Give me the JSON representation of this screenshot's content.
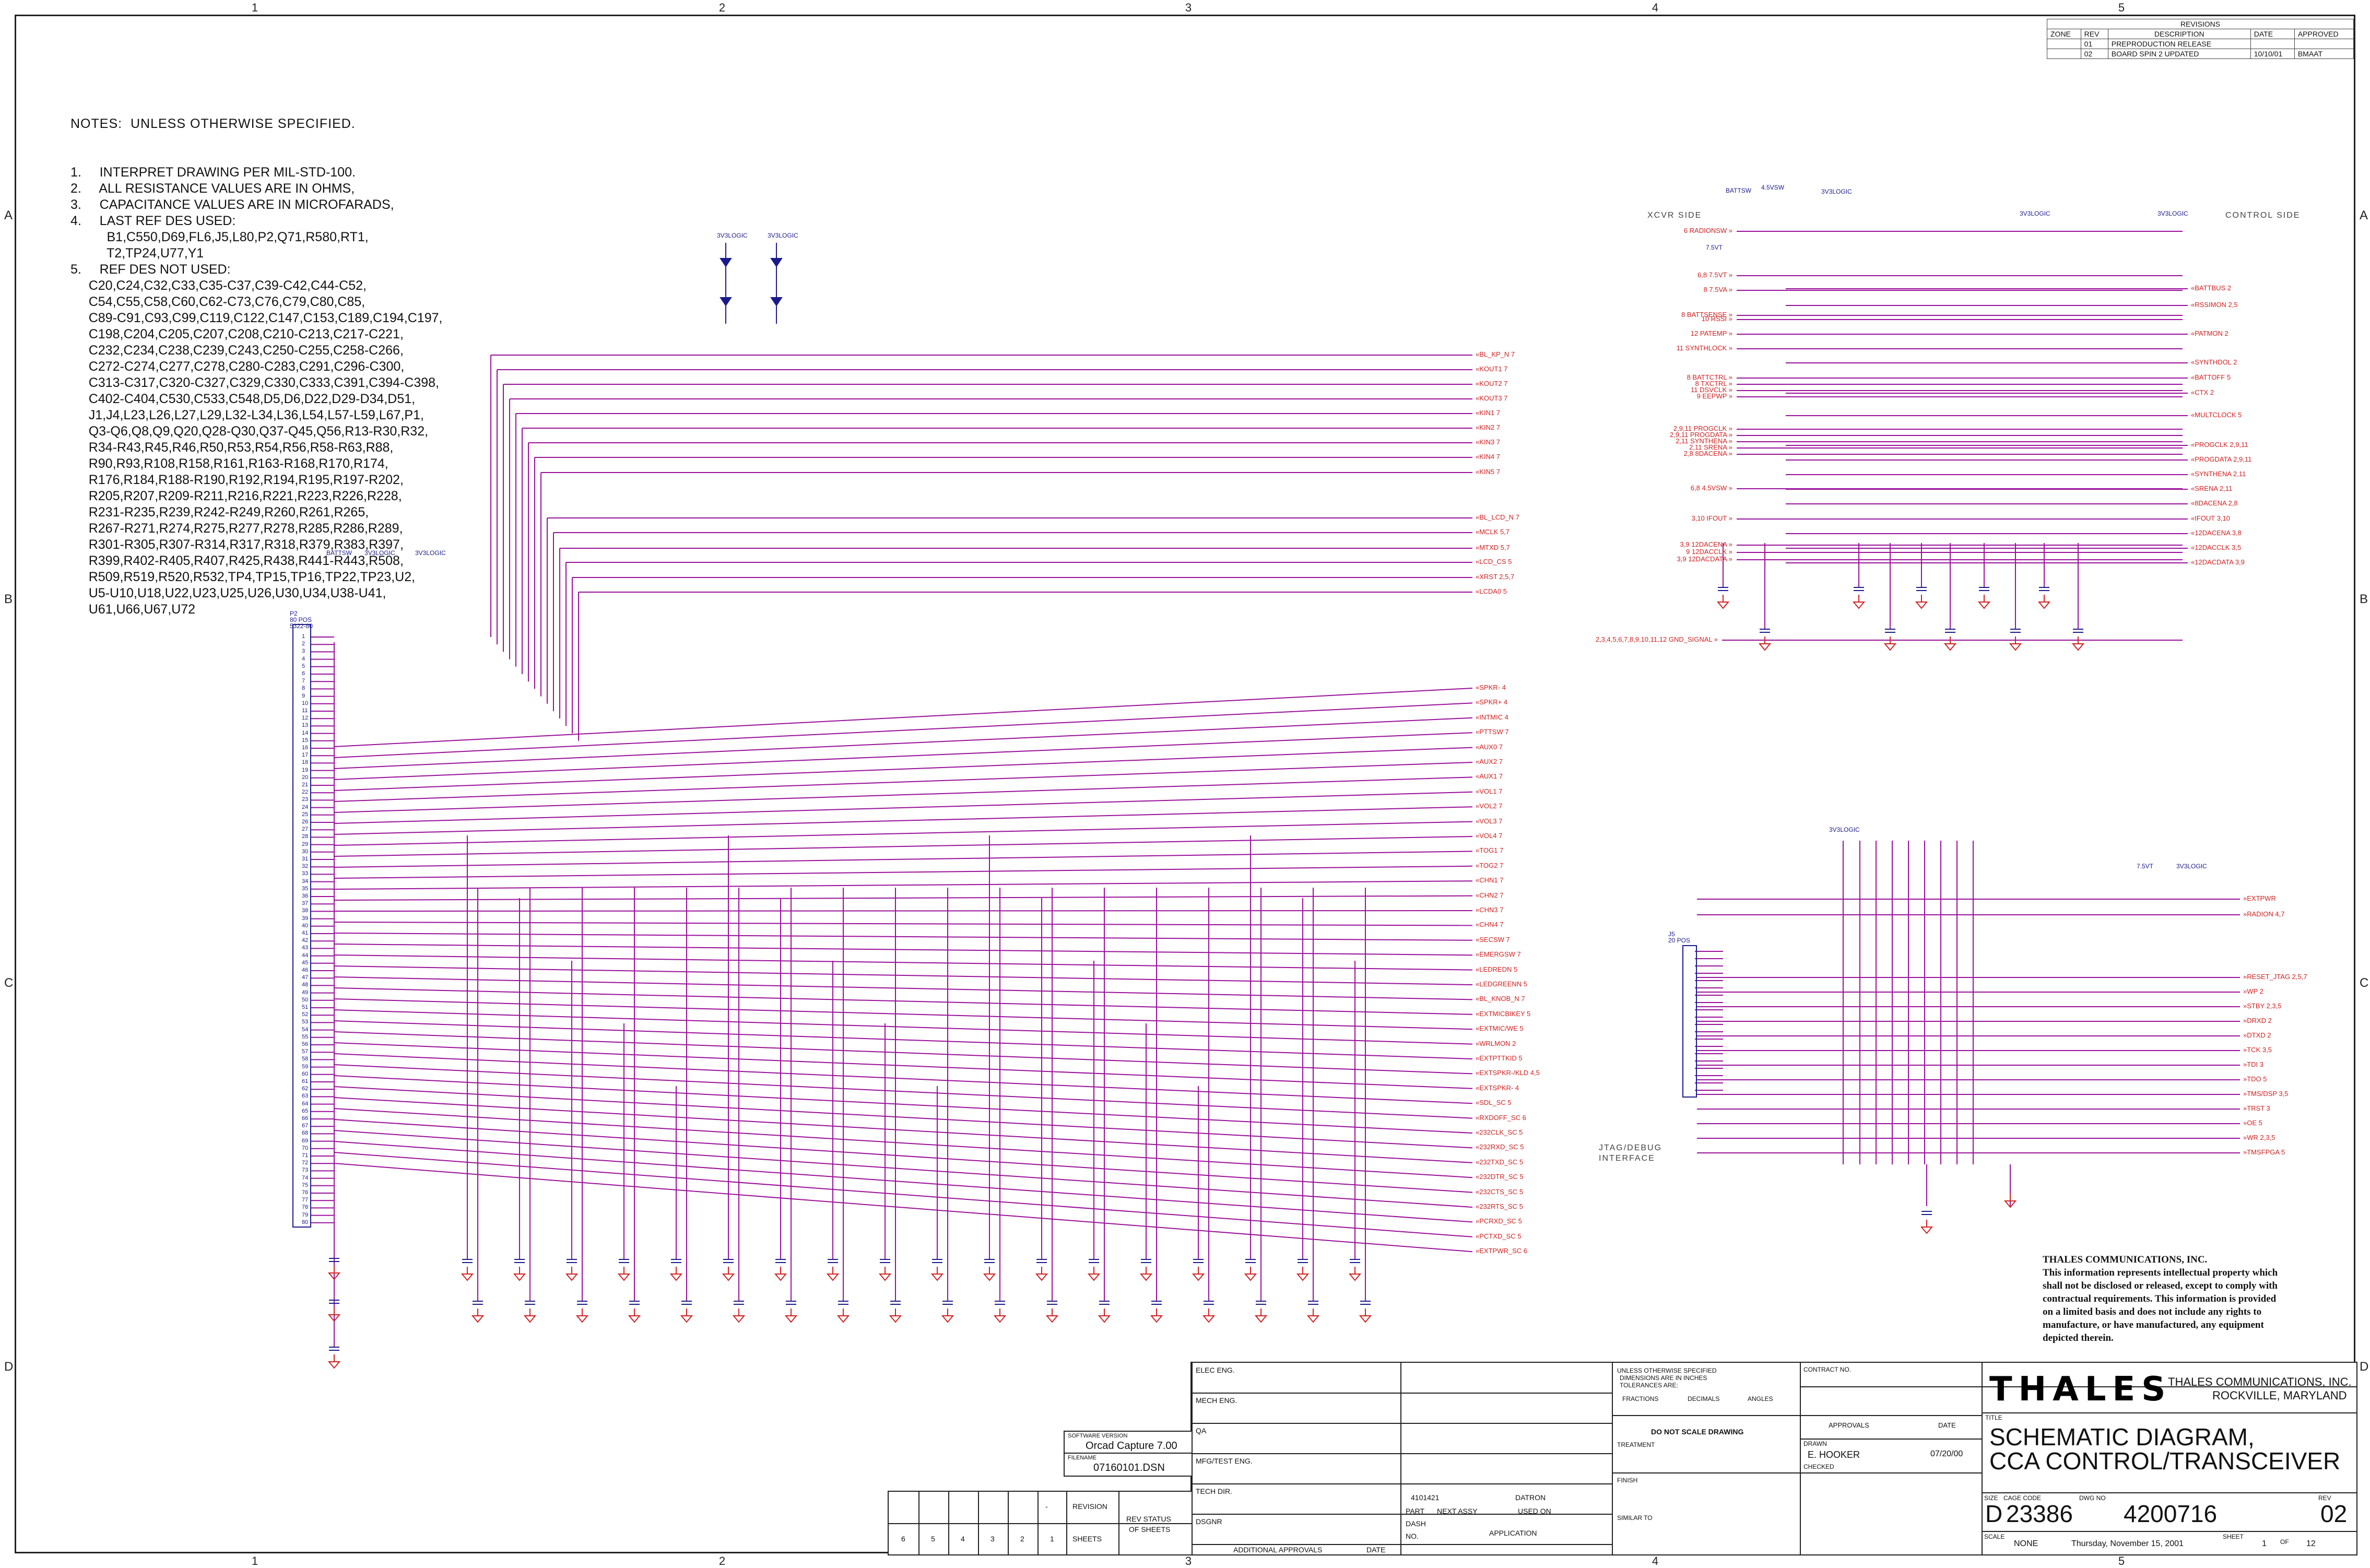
{
  "zones": {
    "columns": [
      "1",
      "2",
      "3",
      "4",
      "5"
    ],
    "rows": [
      "A",
      "B",
      "C",
      "D"
    ]
  },
  "notes": {
    "heading": "NOTES:  UNLESS OTHERWISE SPECIFIED.",
    "lines": [
      "1.     INTERPRET DRAWING PER MIL-STD-100.",
      "2.     ALL RESISTANCE VALUES ARE IN OHMS,",
      "3.     CAPACITANCE VALUES ARE IN MICROFARADS,",
      "4.     LAST REF DES USED:",
      "          B1,C550,D69,FL6,J5,L80,P2,Q71,R580,RT1,",
      "          T2,TP24,U77,Y1",
      "5.     REF DES NOT USED:",
      "     C20,C24,C32,C33,C35-C37,C39-C42,C44-C52,",
      "     C54,C55,C58,C60,C62-C73,C76,C79,C80,C85,",
      "     C89-C91,C93,C99,C119,C122,C147,C153,C189,C194,C197,",
      "     C198,C204,C205,C207,C208,C210-C213,C217-C221,",
      "     C232,C234,C238,C239,C243,C250-C255,C258-C266,",
      "     C272-C274,C277,C278,C280-C283,C291,C296-C300,",
      "     C313-C317,C320-C327,C329,C330,C333,C391,C394-C398,",
      "     C402-C404,C530,C533,C548,D5,D6,D22,D29-D34,D51,",
      "     J1,J4,L23,L26,L27,L29,L32-L34,L36,L54,L57-L59,L67,P1,",
      "     Q3-Q6,Q8,Q9,Q20,Q28-Q30,Q37-Q45,Q56,R13-R30,R32,",
      "     R34-R43,R45,R46,R50,R53,R54,R56,R58-R63,R88,",
      "     R90,R93,R108,R158,R161,R163-R168,R170,R174,",
      "     R176,R184,R188-R190,R192,R194,R195,R197-R202,",
      "     R205,R207,R209-R211,R216,R221,R223,R226,R228,",
      "     R231-R235,R239,R242-R249,R260,R261,R265,",
      "     R267-R271,R274,R275,R277,R278,R285,R286,R289,",
      "     R301-R305,R307-R314,R317,R318,R379,R383,R397,",
      "     R399,R402-R405,R407,R425,R438,R441-R443,R508,",
      "     R509,R519,R520,R532,TP4,TP15,TP16,TP22,TP23,U2,",
      "     U5-U10,U18,U22,U23,U25,U26,U30,U34,U38-U41,",
      "     U61,U66,U67,U72"
    ]
  },
  "revisions": {
    "title": "REVISIONS",
    "headers": [
      "ZONE",
      "REV",
      "DESCRIPTION",
      "DATE",
      "APPROVED"
    ],
    "rows": [
      [
        "",
        "01",
        "PREPRODUCTION RELEASE",
        "",
        ""
      ],
      [
        "",
        "02",
        "BOARD SPIN 2 UPDATED",
        "10/10/01",
        "BMAAT"
      ]
    ]
  },
  "section_labels": {
    "xcvr_side": "XCVR SIDE",
    "control_side": "CONTROL SIDE",
    "jtag": "JTAG/DEBUG",
    "interface": "INTERFACE"
  },
  "power": {
    "v3logic": "3V3LOGIC",
    "battsw": "BATTSW",
    "v45sw": "4.5VSW",
    "v75": "7.5VT"
  },
  "connectors": {
    "p2": {
      "name": "P2",
      "desc": "80 POS",
      "part": "5322-80"
    },
    "j5": {
      "name": "J5",
      "desc": "20 POS"
    }
  },
  "left_signals": [
    "BL_KP_N  7",
    "KOUT1  7",
    "KOUT2  7",
    "KOUT3  7",
    "KIN1  7",
    "KIN2  7",
    "KIN3  7",
    "KIN4  7",
    "KIN5  7",
    "BL_LCD_N  7",
    "MCLK  5,7",
    "MTXD  5,7",
    "LCD_CS  5",
    "XRST  2,5,7",
    "LCDA0  5"
  ],
  "mid_signals": [
    "SPKR-  4",
    "SPKR+  4",
    "INTMIC  4",
    "PTTSW  7",
    "AUX0  7",
    "AUX2  7",
    "AUX1  7",
    "VOL1  7",
    "VOL2  7",
    "VOL3  7",
    "VOL4  7",
    "TOG1  7",
    "TOG2  7",
    "CHN1  7",
    "CHN2  7",
    "CHN3  7",
    "CHN4  7",
    "SECSW  7",
    "EMERGSW  7",
    "LEDREDN  5",
    "LEDGREENN  5",
    "BL_KNOB_N  7",
    "EXTMICBIKEY  5",
    "EXTMIC/WE  5",
    "WRLMON  2",
    "EXTPTTKID  5",
    "EXTSPKR-/KLD  4,5",
    "EXTSPKR-  4",
    "SDL_SC  5",
    "RXDOFF_SC  6",
    "232CLK_SC  5",
    "232RXD_SC  5",
    "232TXD_SC  5",
    "232DTR_SC  5",
    "232CTS_SC  5",
    "232RTS_SC  5",
    "PCRXD_SC  5",
    "PCTXD_SC  5",
    "EXTPWR_SC  6"
  ],
  "xcvr_in_signals": [
    "6,8  7.5VT",
    "8  7.5VA",
    "8  BATTSENSE",
    "10  RSSI",
    "12  PATEMP",
    "11  SYNTHLOCK",
    "8  BATTCTRL",
    "8  TXCTRL",
    "11  DSVCLK",
    "9  EEPWP",
    "2,9,11  PROGCLK",
    "2,9,11  PROGDATA",
    "2,11  SYNTHENA",
    "2,11  SRENA",
    "2,8  8DACENA",
    "6,8  4.5VSW",
    "3,10  IFOUT",
    "3,9  12DACENA",
    "9  12DACCLK",
    "3,9  12DACDATA",
    "2,3,4,5,6,7,8,9,10,11,12  GND_SIGNAL",
    "6  RADIONSW"
  ],
  "ctrl_out_signals": [
    "BATTBUS  2",
    "RSSIMON  2,5",
    "PATMON  2",
    "SYNTHDOL  2",
    "BATTOFF  5",
    "CTX  2",
    "MULTCLOCK  5",
    "PROGCLK  2,9,11",
    "PROGDATA  2,9,11",
    "SYNTHENA  2,11",
    "SRENA  2,11",
    "8DACENA  2,8",
    "IFOUT  3,10",
    "12DACENA  3,8",
    "12DACCLK  3,5",
    "12DACDATA  3,9"
  ],
  "jtag_signals": [
    "RADION  4,7",
    "RESET_JTAG  2,5,7",
    "WP  2",
    "STBY  2,3,5",
    "DRXD  2",
    "DTXD  2",
    "TCK  3,5",
    "TDI  3",
    "TDO  5",
    "TMS/DSP  3,5",
    "TRST  3",
    "OE  5",
    "WR  2,3,5",
    "TMSFPGA  5",
    "EXTPWR"
  ],
  "title_block": {
    "company": "THALES COMMUNICATIONS, INC.",
    "city": "ROCKVILLE, MARYLAND",
    "logo": "THALES",
    "title_label": "TITLE",
    "title1": "SCHEMATIC DIAGRAM,",
    "title2": "CCA CONTROL/TRANSCEIVER",
    "size_label": "SIZE",
    "size": "D",
    "cage_label": "CAGE CODE",
    "cage": "23386",
    "dwg_label": "DWG NO",
    "dwg": "4200716",
    "rev_label": "REV",
    "rev": "02",
    "scale_label": "SCALE",
    "scale": "NONE",
    "date": "Thursday, November 15, 2001",
    "sheet_label": "SHEET",
    "sheet": "1",
    "of": "OF",
    "sheets": "12",
    "contract_label": "CONTRACT NO.",
    "approvals": "APPROVALS",
    "date_label": "DATE",
    "drawn_label": "DRAWN",
    "drawn": "E. HOOKER",
    "drawn_date": "07/20/00",
    "checked": "CHECKED",
    "tol1": "UNLESS OTHERWISE SPECIFIED",
    "tol2": "DIMENSIONS ARE IN INCHES",
    "tol3": "TOLERANCES ARE:",
    "fractions": "FRACTIONS",
    "decimals": "DECIMALS",
    "angles": "ANGLES",
    "dnsd": "DO NOT SCALE DRAWING",
    "treatment": "TREATMENT",
    "finish": "FINISH",
    "similar": "SIMILAR TO",
    "elec": "ELEC ENG.",
    "mech": "MECH ENG.",
    "qa": "QA",
    "mfg": "MFG/TEST ENG.",
    "tech": "TECH DIR.",
    "dsgnr": "DSGNR",
    "addl": "ADDITIONAL APPROVALS",
    "date2": "DATE",
    "part_no": "4101421",
    "datron": "DATRON",
    "next_assy": "NEXT ASSY",
    "used_on": "USED ON",
    "application": "APPLICATION",
    "part": "PART",
    "dash": "DASH",
    "no": "NO.",
    "sw_label": "SOFTWARE VERSION",
    "sw": "Orcad Capture 7.00",
    "file_label": "FILENAME",
    "file": "07160101.DSN",
    "revision_label": "REVISION",
    "rev_status": "REV STATUS",
    "of_sheets": "OF SHEETS",
    "sheets_label": "SHEETS",
    "sheet_nums": [
      "6",
      "5",
      "4",
      "3",
      "2",
      "1"
    ],
    "dash_mark": "-"
  },
  "legal": [
    "THALES COMMUNICATIONS, INC.",
    "This information represents intellectual property which",
    "shall not be disclosed or released, except to comply with",
    "contractual requirements.  This information is provided",
    "on a limited basis and does not include any rights to",
    "manufacture, or have manufactured, any equipment",
    "depicted therein."
  ],
  "colors": {
    "wire": "#9a109a",
    "text": "#1a1a8c",
    "signal": "#d02020",
    "frame": "#222222"
  }
}
